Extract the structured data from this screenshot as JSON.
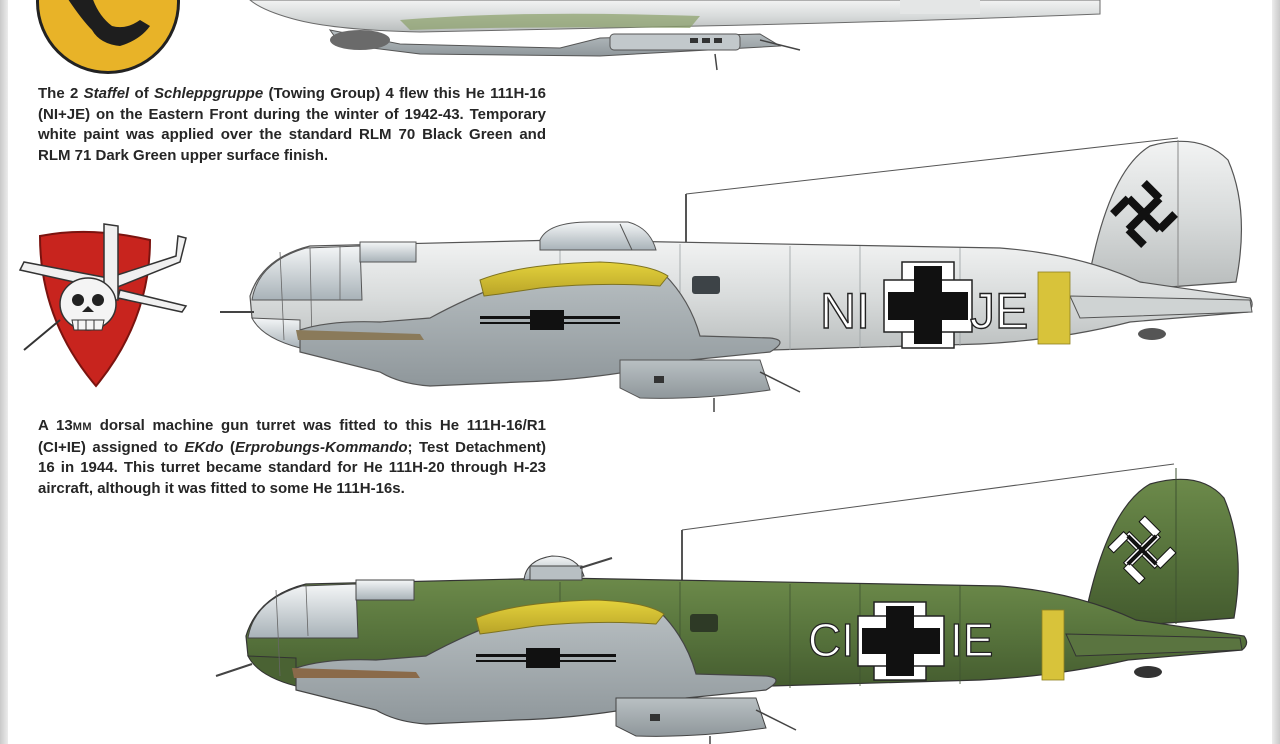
{
  "caption_1": {
    "t1": "The 2 ",
    "t2": "Staffel",
    "t3": " of ",
    "t4": "Schleppgruppe",
    "t5": " (Towing Group) 4 flew this He 111H-16 (NI+JE) on the Eastern Front during the winter of 1942-43. Temporary white paint was applied over the standard RLM 70 Black Green and RLM 71 Dark Green upper surface finish."
  },
  "caption_2": {
    "t1": "A 13",
    "t2": "MM",
    "t3": " dorsal machine gun turret was fitted to this He 111H-16/R1 (CI+IE) assigned to ",
    "t4": "EKdo",
    "t5": " (",
    "t6": "Erprobungs-Kommando",
    "t7": "; Test Detachment) 16 in 1944. This turret became standard for He 111H-20 through H-23 aircraft, although it was fitted to some He 111H-16s."
  },
  "aircraft": {
    "white": {
      "code_left": "NI",
      "code_right": "JE"
    },
    "green": {
      "code_left": "CI",
      "code_right": "IE"
    }
  },
  "colors": {
    "white_scheme": "#d9dcdc",
    "green_scheme": "#5e7a41",
    "band_yellow": "#d8c33a",
    "emblem_red": "#c8241e",
    "emblem_yellow": "#e8b328"
  }
}
